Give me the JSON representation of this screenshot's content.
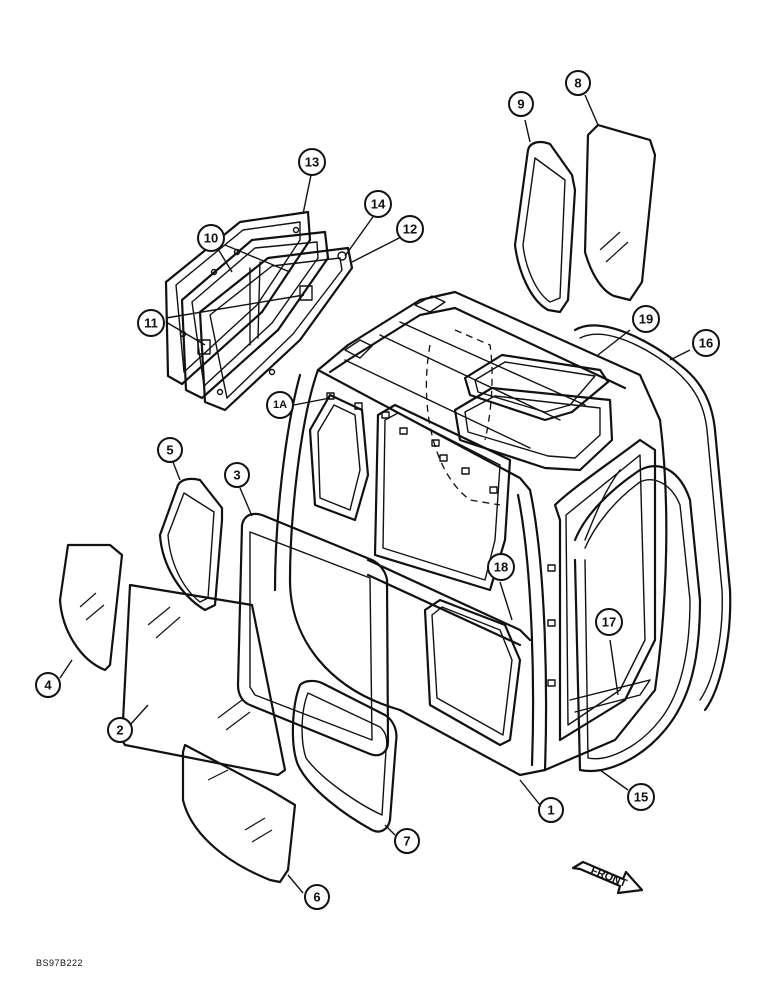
{
  "diagram": {
    "callouts": [
      {
        "id": "c1",
        "label": "1"
      },
      {
        "id": "c1a",
        "label": "1A"
      },
      {
        "id": "c2",
        "label": "2"
      },
      {
        "id": "c3",
        "label": "3"
      },
      {
        "id": "c4",
        "label": "4"
      },
      {
        "id": "c5",
        "label": "5"
      },
      {
        "id": "c6",
        "label": "6"
      },
      {
        "id": "c7",
        "label": "7"
      },
      {
        "id": "c8",
        "label": "8"
      },
      {
        "id": "c9",
        "label": "9"
      },
      {
        "id": "c10",
        "label": "10"
      },
      {
        "id": "c11",
        "label": "11"
      },
      {
        "id": "c12",
        "label": "12"
      },
      {
        "id": "c13",
        "label": "13"
      },
      {
        "id": "c14",
        "label": "14"
      },
      {
        "id": "c15",
        "label": "15"
      },
      {
        "id": "c16",
        "label": "16"
      },
      {
        "id": "c17",
        "label": "17"
      },
      {
        "id": "c18",
        "label": "18"
      },
      {
        "id": "c19",
        "label": "19"
      }
    ],
    "front_arrow_label": "FRONT",
    "drawing_code": "BS97B222"
  }
}
